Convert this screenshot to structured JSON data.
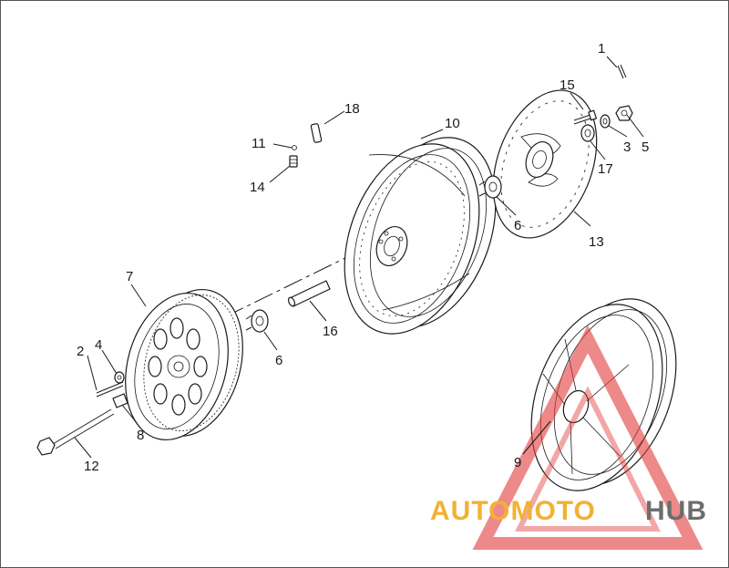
{
  "callouts": [
    {
      "id": "1",
      "text": "1"
    },
    {
      "id": "2",
      "text": "2"
    },
    {
      "id": "3",
      "text": "3"
    },
    {
      "id": "4",
      "text": "4"
    },
    {
      "id": "5",
      "text": "5"
    },
    {
      "id": "6a",
      "text": "6"
    },
    {
      "id": "6b",
      "text": "6"
    },
    {
      "id": "7",
      "text": "7"
    },
    {
      "id": "8",
      "text": "8"
    },
    {
      "id": "9",
      "text": "9"
    },
    {
      "id": "10",
      "text": "10"
    },
    {
      "id": "11",
      "text": "11"
    },
    {
      "id": "12",
      "text": "12"
    },
    {
      "id": "13",
      "text": "13"
    },
    {
      "id": "14",
      "text": "14"
    },
    {
      "id": "15",
      "text": "15"
    },
    {
      "id": "16",
      "text": "16"
    },
    {
      "id": "17",
      "text": "17"
    },
    {
      "id": "18",
      "text": "18"
    }
  ],
  "watermark": {
    "brand_part1": "AUTOMOTO",
    "brand_part2": "HUB",
    "color_red": "#e23b3b",
    "color_gold": "#f2b134",
    "color_gray": "#6d6d6d"
  },
  "colors": {
    "line": "#1a1a1a",
    "background": "#ffffff"
  }
}
